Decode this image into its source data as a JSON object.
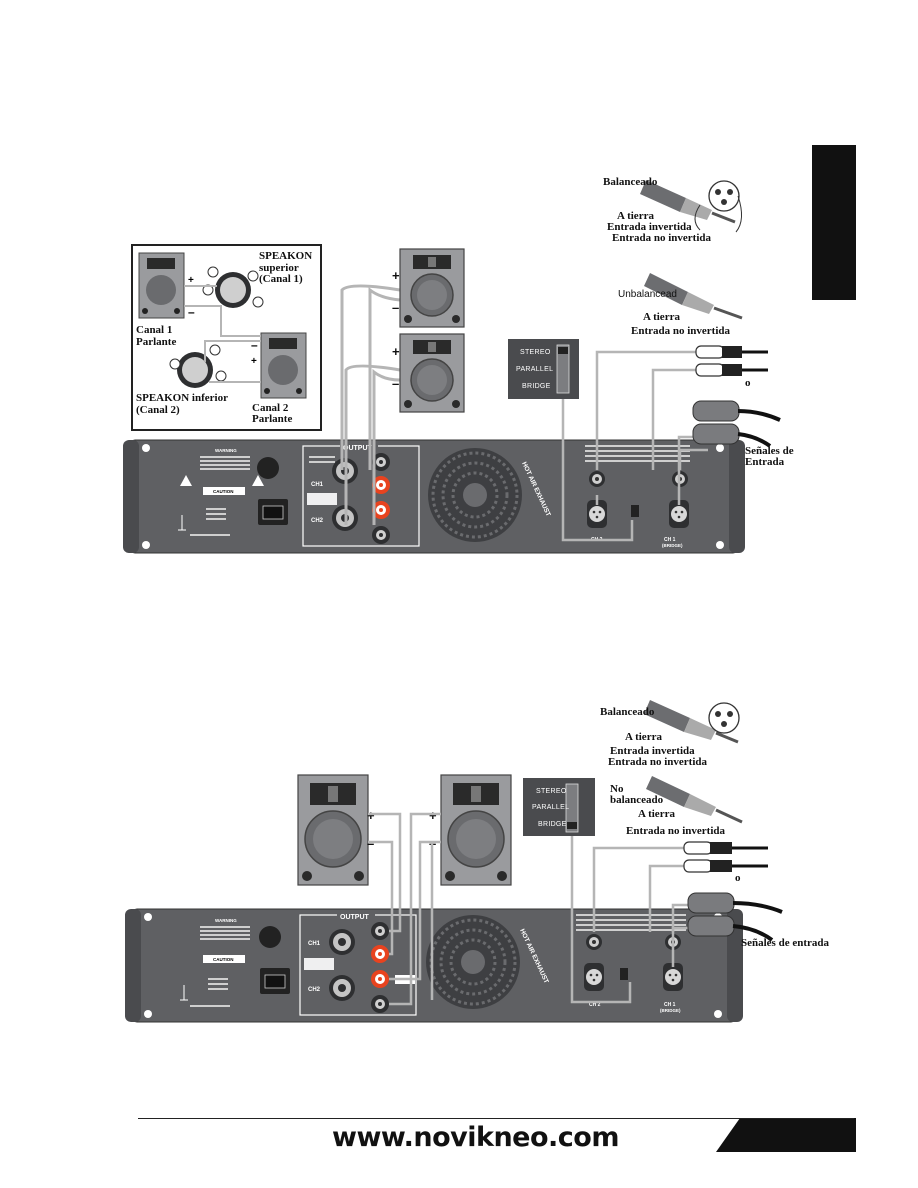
{
  "diagram1": {
    "balanced_label": "Balanceado",
    "balanced_ground": "A tierra",
    "balanced_inverted": "Entrada invertida",
    "balanced_noninverted": "Entrada no invertida",
    "unbalanced_label": "Unbalancead",
    "unbalanced_ground": "A tierra",
    "unbalanced_noninverted": "Entrada no invertida",
    "speakon_upper_1": "SPEAKON",
    "speakon_upper_2": "superior",
    "speakon_upper_3": "(Canal 1)",
    "canal1_1": "Canal 1",
    "canal1_2": "Parlante",
    "speakon_lower_1": "SPEAKON inferior",
    "speakon_lower_2": "(Canal 2)",
    "canal2_1": "Canal 2",
    "canal2_2": "Parlante",
    "senales_1": "Señales de",
    "senales_2": "Entrada",
    "or_mark": "o"
  },
  "diagram2": {
    "balanced_label": "Balanceado",
    "balanced_ground": "A tierra",
    "balanced_inverted": "Entrada invertida",
    "balanced_noninverted": "Entrada no invertida",
    "unbalanced_label_1": "No",
    "unbalanced_label_2": "balanceado",
    "unbalanced_ground": "A tierra",
    "unbalanced_noninverted": "Entrada no invertida",
    "senales": "Señales de entrada",
    "or_mark": "o"
  },
  "switch": {
    "stereo": "STEREO",
    "parallel": "PARALLEL",
    "bridge": "BRIDGE"
  },
  "amp": {
    "output_label": "OUTPUT",
    "exhaust_label": "HOT AIR EXHAUST",
    "ch1": "CH1",
    "ch2": "CH2",
    "ch1_bridge": "CH 1 (BRIDGE)",
    "ch2_label": "CH 2",
    "warning": "WARNING",
    "caution": "CAUTION"
  },
  "footer": {
    "url": "www.novikneo.com"
  },
  "colors": {
    "amp_body": "#5f6063",
    "amp_dark": "#3e3f42",
    "accent_orange": "#e8431f",
    "cable_gray": "#b5b5b5",
    "speaker_gray": "#9a9b9e"
  }
}
